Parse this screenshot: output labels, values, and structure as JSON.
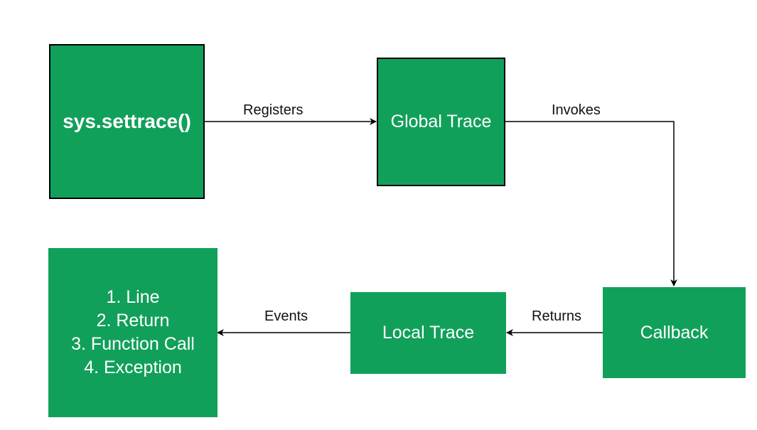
{
  "diagram": {
    "colors": {
      "node_fill": "#11a05a",
      "node_text": "#ffffff",
      "edge": "#000000",
      "edge_label": "#111111"
    },
    "nodes": {
      "settrace": "sys.settrace()",
      "global_trace": "Global Trace",
      "callback": "Callback",
      "local_trace": "Local Trace",
      "events": [
        "1. Line",
        "2. Return",
        "3. Function Call",
        "4. Exception"
      ]
    },
    "edges": {
      "registers": "Registers",
      "invokes": "Invokes",
      "returns": "Returns",
      "events": "Events"
    }
  }
}
